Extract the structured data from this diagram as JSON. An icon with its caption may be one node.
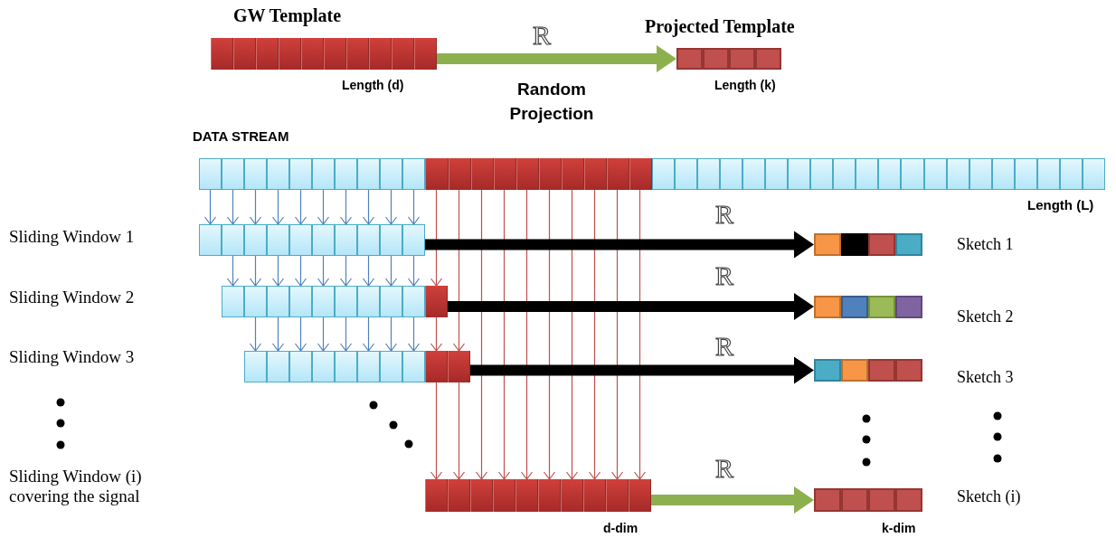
{
  "diagram": {
    "nodes": [
      {
        "text": [
          "GW Template"
        ],
        "beside": [
          "Length (d)"
        ]
      },
      {
        "text": [
          "Projected Template"
        ],
        "beside": [
          "Length (k)"
        ]
      },
      {
        "text": [
          "DATA STREAM"
        ],
        "beside": [
          "Length (L)"
        ]
      },
      {
        "text": [
          "Sliding Window 1"
        ]
      },
      {
        "text": [
          "Sliding Window 2"
        ]
      },
      {
        "text": [
          "Sliding Window 3"
        ]
      },
      {
        "text": [
          "Sliding Window (i) covering the signal"
        ],
        "beside": [
          "d-dim"
        ]
      },
      {
        "text": [
          "Sketch 1"
        ]
      },
      {
        "text": [
          "Sketch 2"
        ]
      },
      {
        "text": [
          "Sketch 3"
        ]
      },
      {
        "text": [
          "Sketch (i)"
        ],
        "beside": [
          "k-dim"
        ]
      }
    ],
    "edges": [
      {
        "from": 0,
        "to": 1,
        "arrow": "to",
        "label": "R",
        "style": "thick",
        "color": "#8db04e"
      },
      {
        "from": 2,
        "to": 3,
        "arrow": "to",
        "color": "#4f81bd"
      },
      {
        "from": 2,
        "to": 3,
        "arrow": "to",
        "color": "#4f81bd"
      },
      {
        "from": 2,
        "to": 3,
        "arrow": "to",
        "color": "#4f81bd"
      },
      {
        "from": 2,
        "to": 3,
        "arrow": "to",
        "color": "#4f81bd"
      },
      {
        "from": 2,
        "to": 3,
        "arrow": "to",
        "color": "#4f81bd"
      },
      {
        "from": 2,
        "to": 3,
        "arrow": "to",
        "color": "#4f81bd"
      },
      {
        "from": 2,
        "to": 3,
        "arrow": "to",
        "color": "#4f81bd"
      },
      {
        "from": 2,
        "to": 3,
        "arrow": "to",
        "color": "#4f81bd"
      },
      {
        "from": 2,
        "to": 3,
        "arrow": "to",
        "color": "#4f81bd"
      },
      {
        "from": 2,
        "to": 3,
        "arrow": "to",
        "color": "#4f81bd"
      },
      {
        "from": 3,
        "to": 4,
        "arrow": "to",
        "color": "#4f81bd"
      },
      {
        "from": 3,
        "to": 4,
        "arrow": "to",
        "color": "#4f81bd"
      },
      {
        "from": 3,
        "to": 4,
        "arrow": "to",
        "color": "#4f81bd"
      },
      {
        "from": 3,
        "to": 4,
        "arrow": "to",
        "color": "#4f81bd"
      },
      {
        "from": 3,
        "to": 4,
        "arrow": "to",
        "color": "#4f81bd"
      },
      {
        "from": 3,
        "to": 4,
        "arrow": "to",
        "color": "#4f81bd"
      },
      {
        "from": 3,
        "to": 4,
        "arrow": "to",
        "color": "#4f81bd"
      },
      {
        "from": 3,
        "to": 4,
        "arrow": "to",
        "color": "#4f81bd"
      },
      {
        "from": 3,
        "to": 4,
        "arrow": "to",
        "color": "#4f81bd"
      },
      {
        "from": 2,
        "to": 4,
        "arrow": "to",
        "color": "#c0504d"
      },
      {
        "from": 4,
        "to": 5,
        "arrow": "to",
        "color": "#4f81bd"
      },
      {
        "from": 4,
        "to": 5,
        "arrow": "to",
        "color": "#4f81bd"
      },
      {
        "from": 4,
        "to": 5,
        "arrow": "to",
        "color": "#4f81bd"
      },
      {
        "from": 4,
        "to": 5,
        "arrow": "to",
        "color": "#4f81bd"
      },
      {
        "from": 4,
        "to": 5,
        "arrow": "to",
        "color": "#4f81bd"
      },
      {
        "from": 4,
        "to": 5,
        "arrow": "to",
        "color": "#4f81bd"
      },
      {
        "from": 4,
        "to": 5,
        "arrow": "to",
        "color": "#4f81bd"
      },
      {
        "from": 4,
        "to": 5,
        "arrow": "to",
        "color": "#4f81bd"
      },
      {
        "from": 4,
        "to": 5,
        "arrow": "to",
        "color": "#c0504d"
      },
      {
        "from": 2,
        "to": 5,
        "arrow": "to",
        "color": "#c0504d"
      },
      {
        "from": 5,
        "to": 6,
        "arrow": "to",
        "color": "#c0504d"
      },
      {
        "from": 5,
        "to": 6,
        "arrow": "to",
        "color": "#c0504d"
      },
      {
        "from": 2,
        "to": 6,
        "arrow": "to",
        "color": "#c0504d"
      },
      {
        "from": 2,
        "to": 6,
        "arrow": "to",
        "color": "#c0504d"
      },
      {
        "from": 2,
        "to": 6,
        "arrow": "to",
        "color": "#c0504d"
      },
      {
        "from": 2,
        "to": 6,
        "arrow": "to",
        "color": "#c0504d"
      },
      {
        "from": 2,
        "to": 6,
        "arrow": "to",
        "color": "#c0504d"
      },
      {
        "from": 2,
        "to": 6,
        "arrow": "to",
        "color": "#c0504d"
      },
      {
        "from": 2,
        "to": 6,
        "arrow": "to",
        "color": "#c0504d"
      },
      {
        "from": 2,
        "to": 6,
        "arrow": "to",
        "color": "#c0504d"
      },
      {
        "from": 3,
        "to": 7,
        "arrow": "to",
        "label": "R",
        "style": "thick",
        "color": "#000000"
      },
      {
        "from": 4,
        "to": 8,
        "arrow": "to",
        "label": "R",
        "style": "thick",
        "color": "#000000"
      },
      {
        "from": 5,
        "to": 9,
        "arrow": "to",
        "label": "R",
        "style": "thick",
        "color": "#000000"
      },
      {
        "from": 6,
        "to": 10,
        "arrow": "to",
        "label": "R",
        "style": "thick",
        "color": "#8db04e"
      }
    ],
    "labels": [
      "Random Projection"
    ]
  }
}
